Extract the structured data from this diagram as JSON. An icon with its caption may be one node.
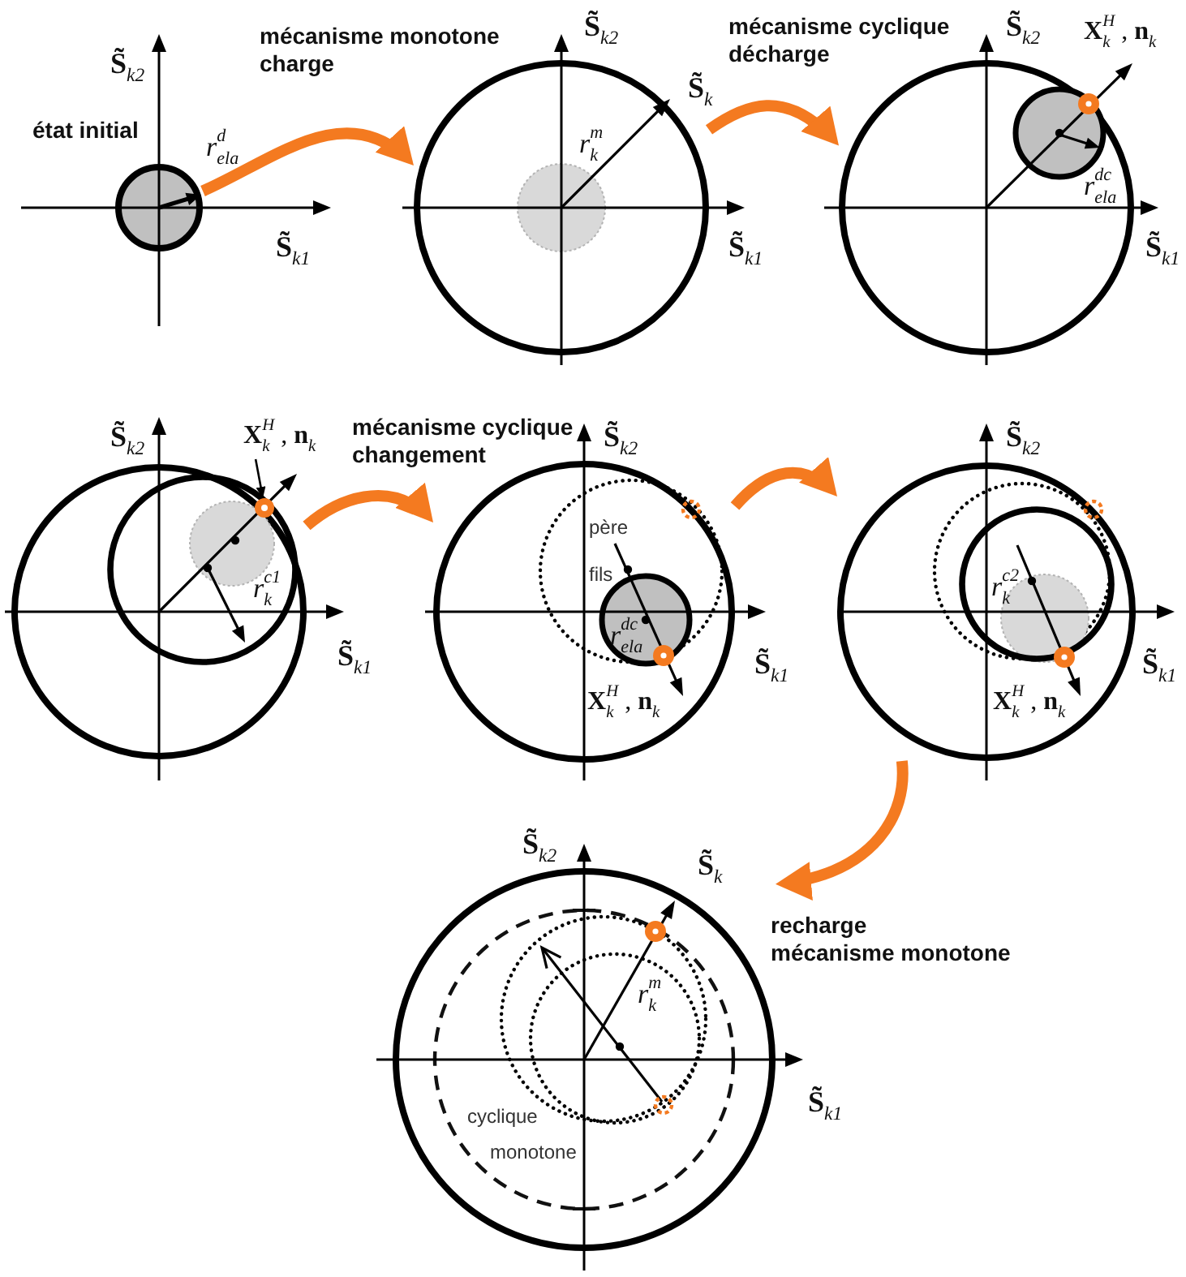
{
  "diagram": {
    "nodes": [
      {
        "text": [],
        "shape": "circle",
        "beside": [
          "**S̃**$_{k2}$",
          "état initial",
          "r$^{d}$$_{ela}$",
          "**S̃**$_{k1}$"
        ]
      },
      {
        "text": [
          "**S̃**$_{k}$",
          "r$_{k}$$^{m}$"
        ],
        "beside": [
          "**S̃**$_{k2}$",
          "**S̃**$_{k1}$"
        ]
      },
      {
        "text": [
          "r$^{dc}$$_{ela}$"
        ],
        "beside": [
          "**S̃**$_{k2}$",
          "**X**$_{k}$$^{H}$ , **n**$_{k}$",
          "**S̃**$_{k1}$"
        ]
      },
      {
        "text": [
          "r$_{k}$$^{c1}$"
        ],
        "beside": [
          "**S̃**$_{k2}$",
          "**S̃**$_{k1}$"
        ]
      },
      {
        "text": [
          "père",
          "fils",
          "r$^{dc}$$_{ela}$",
          "**X**$_{k}$$^{H}$ , **n**$_{k}$"
        ],
        "beside": [
          "**S̃**$_{k2}$",
          "**S̃**$_{k1}$"
        ]
      },
      {
        "text": [
          "r$_{k}$$^{c2}$",
          "**X**$_{k}$$^{H}$ , **n**$_{k}$"
        ],
        "beside": [
          "**S̃**$_{k2}$",
          "**S̃**$_{k1}$"
        ]
      },
      {
        "text": [
          "r$_{k}$$^{m}$",
          "cyclique",
          "monotone"
        ],
        "beside": [
          "**S̃**$_{k2}$",
          "**S̃**$_{k}$",
          "**S̃**$_{k1}$"
        ]
      },
      {
        "text": [
          "**X**$_{k}$$^{H}$ , **n**$_{k}$"
        ]
      },
      {
        "text": [],
        "shape": "circle",
        "in": 3
      }
    ],
    "edges": [
      {
        "from": 0,
        "to": 1,
        "arrow": "to",
        "label": "mécanisme monotone charge"
      },
      {
        "from": 1,
        "to": 2,
        "arrow": "to",
        "label": "mécanisme cyclique décharge"
      },
      {
        "from": 3,
        "to": 4,
        "arrow": "to",
        "label": "mécanisme cyclique changement"
      },
      {
        "from": 4,
        "to": 5,
        "arrow": "to"
      },
      {
        "from": 5,
        "to": 6,
        "arrow": "to",
        "label": "recharge mécanisme monotone"
      },
      {
        "from": 7,
        "to": 8,
        "arrow": "to",
        "color": "#000000"
      }
    ]
  }
}
